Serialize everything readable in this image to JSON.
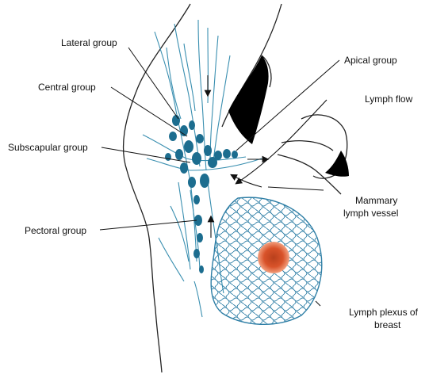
{
  "labels": {
    "lateral": "Lateral group",
    "central": "Central group",
    "subscapular": "Subscapular group",
    "pectoral": "Pectoral group",
    "apical": "Apical group",
    "lymph_flow": "Lymph flow",
    "mammary_line1": "Mammary",
    "mammary_line2": "lymph vessel",
    "plexus_line1": "Lymph plexus of",
    "plexus_line2": "breast"
  },
  "colors": {
    "node": "#1c6d8f",
    "vessel": "#3a8fb0",
    "plexus": "#2f7fa6",
    "outline": "#222222",
    "nipple": "#d9532a"
  }
}
